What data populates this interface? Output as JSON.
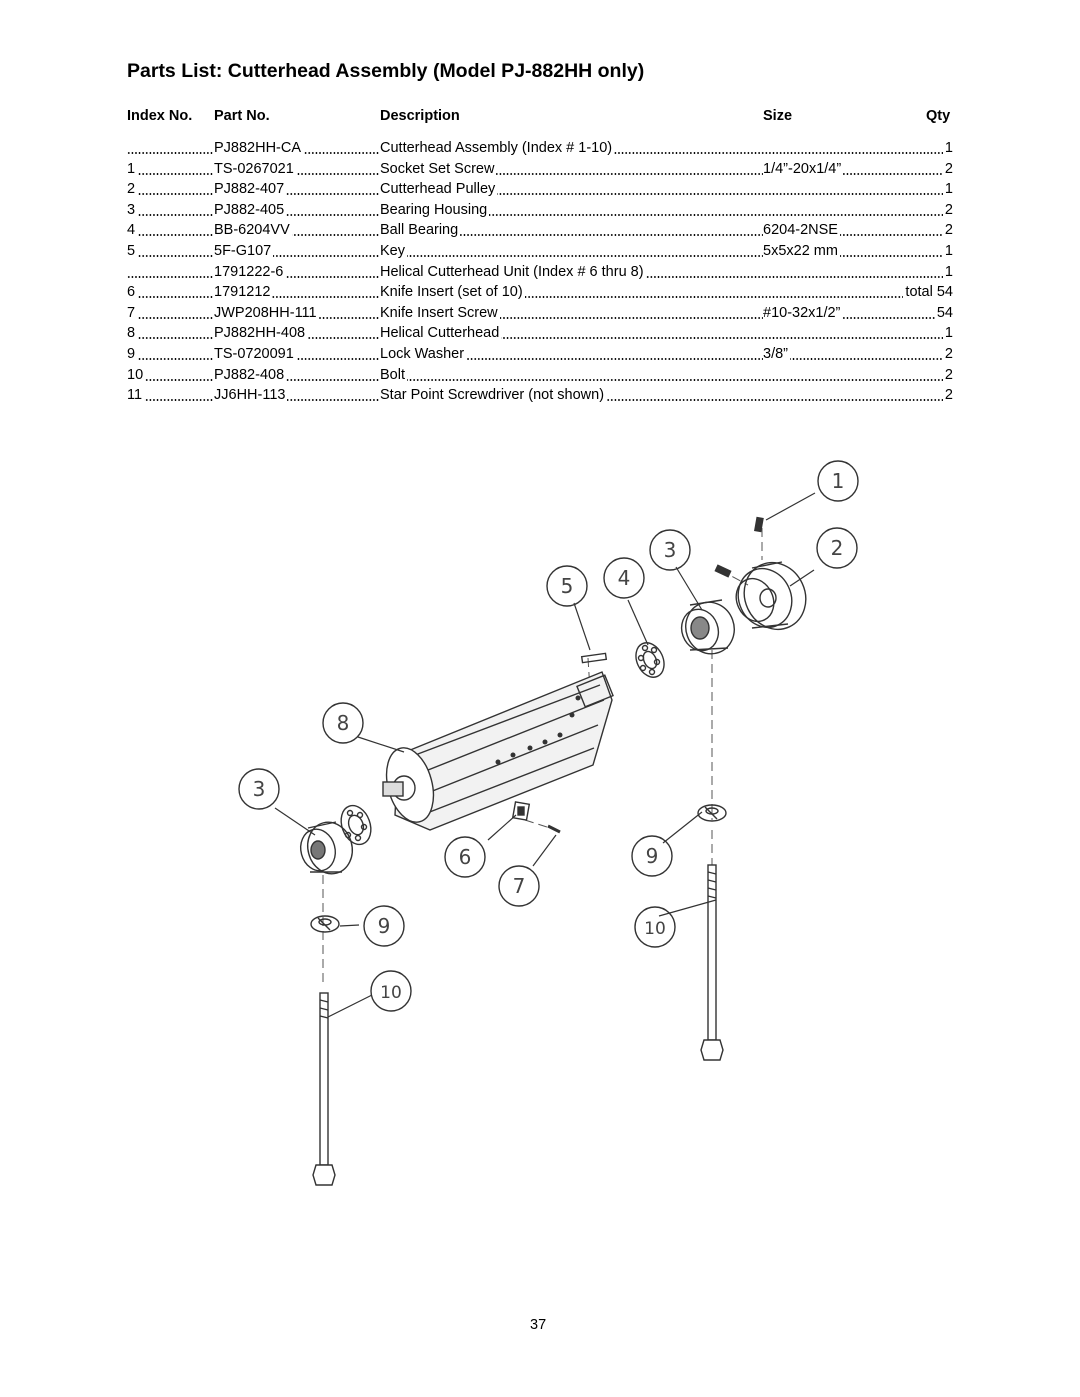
{
  "title": "Parts List: Cutterhead Assembly (Model PJ-882HH only)",
  "headers": {
    "index": "Index No.",
    "part": "Part No.",
    "description": "Description",
    "size": "Size",
    "qty": "Qty"
  },
  "rows": [
    {
      "index": "",
      "part": "PJ882HH-CA",
      "description": "Cutterhead Assembly (Index # 1-10)",
      "size": "",
      "qty": "1"
    },
    {
      "index": "1",
      "part": "TS-0267021",
      "description": "Socket Set Screw",
      "size": "1/4”-20x1/4”",
      "qty": "2"
    },
    {
      "index": "2",
      "part": "PJ882-407",
      "description": "Cutterhead Pulley",
      "size": "",
      "qty": "1"
    },
    {
      "index": "3",
      "part": "PJ882-405",
      "description": "Bearing Housing",
      "size": "",
      "qty": "2"
    },
    {
      "index": "4",
      "part": "BB-6204VV",
      "description": "Ball Bearing",
      "size": "6204-2NSE",
      "qty": "2"
    },
    {
      "index": "5",
      "part": "5F-G107",
      "description": "Key",
      "size": "5x5x22 mm",
      "qty": "1"
    },
    {
      "index": "",
      "part": "1791222-6",
      "description": "Helical Cutterhead Unit (Index # 6 thru 8)",
      "size": "",
      "qty": "1"
    },
    {
      "index": "6",
      "part": "1791212",
      "description": "Knife Insert (set of 10)",
      "size": "",
      "qty": "total 54"
    },
    {
      "index": "7",
      "part": "JWP208HH-111",
      "description": "Knife Insert Screw",
      "size": "#10-32x1/2”",
      "qty": "54"
    },
    {
      "index": "8",
      "part": "PJ882HH-408",
      "description": "Helical Cutterhead",
      "size": "",
      "qty": "1"
    },
    {
      "index": "9",
      "part": "TS-0720091",
      "description": "Lock Washer",
      "size": "3/8”",
      "qty": "2"
    },
    {
      "index": "10",
      "part": "PJ882-408",
      "description": "Bolt",
      "size": "",
      "qty": "2"
    },
    {
      "index": "11",
      "part": "JJ6HH-113",
      "description": "Star Point Screwdriver (not shown)",
      "size": "",
      "qty": "2"
    }
  ],
  "callouts": [
    "1",
    "2",
    "3",
    "4",
    "5",
    "3",
    "8",
    "6",
    "7",
    "9",
    "9",
    "10",
    "10"
  ],
  "page_number": "37"
}
